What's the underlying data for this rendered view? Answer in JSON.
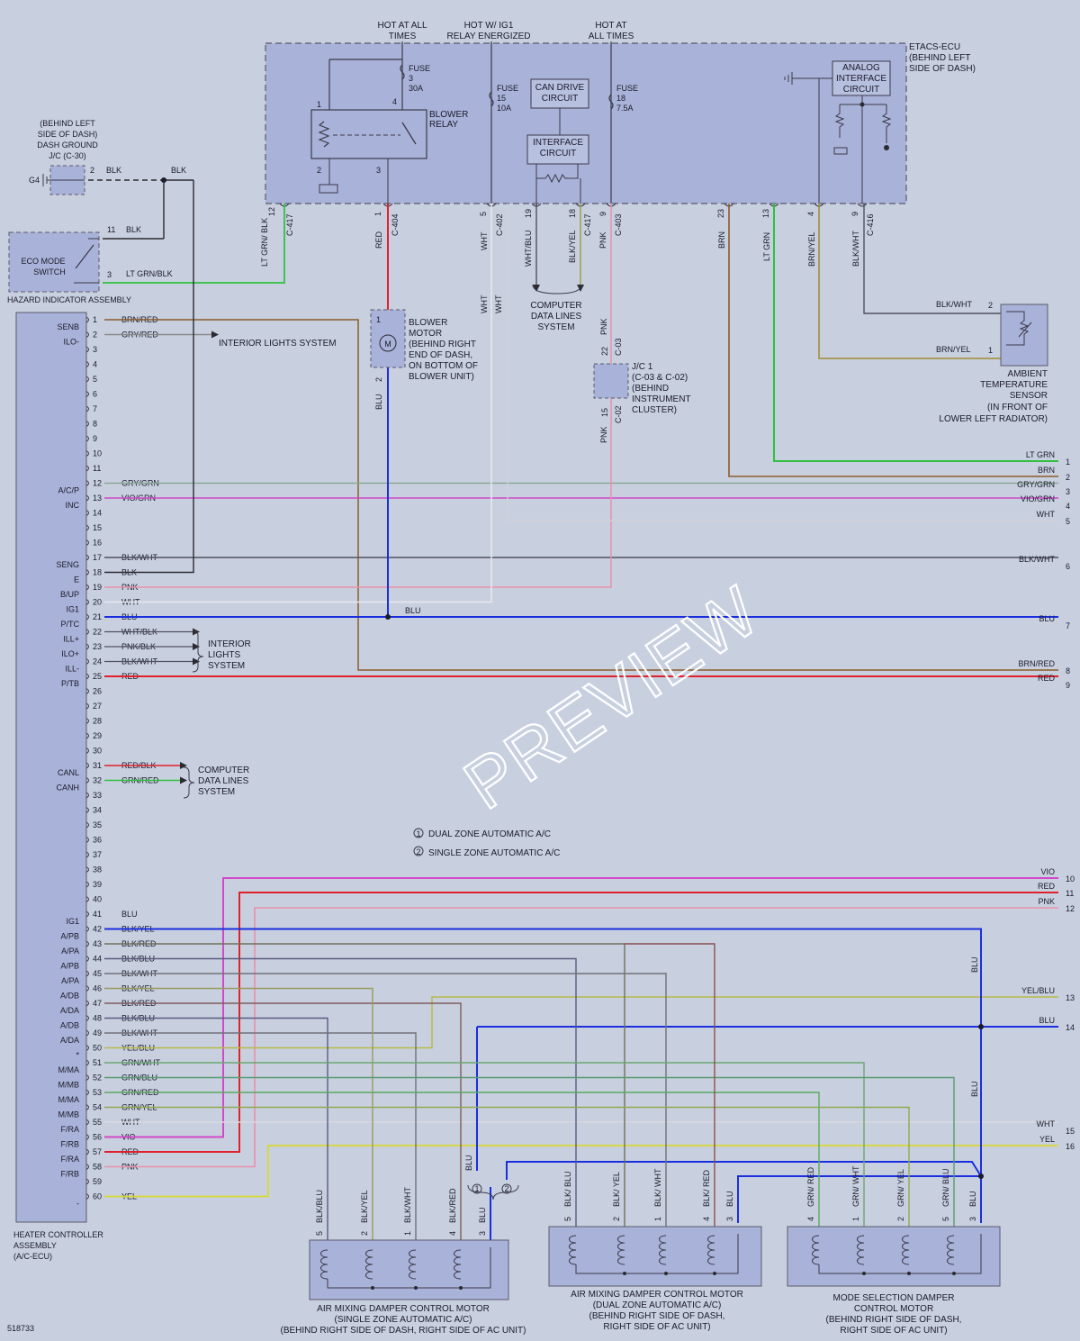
{
  "power_labels": {
    "hot_at_all_times_l1": "HOT AT ALL",
    "hot_at_all_times_l2": "TIMES",
    "hot_ig1_l1": "HOT W/ IG1",
    "hot_ig1_l2": "RELAY ENERGIZED",
    "hot_all_r_l1": "HOT AT",
    "hot_all_r_l2": "ALL TIMES"
  },
  "etacs": {
    "l1": "ETACS-ECU",
    "l2": "(BEHIND LEFT",
    "l3": "SIDE OF DASH)"
  },
  "fuse3": {
    "l1": "FUSE",
    "l2": "3",
    "l3": "30A"
  },
  "fuse15": {
    "l1": "FUSE",
    "l2": "15",
    "l3": "10A"
  },
  "fuse18": {
    "l1": "FUSE",
    "l2": "18",
    "l3": "7.5A"
  },
  "blower_relay": {
    "l1": "BLOWER",
    "l2": "RELAY"
  },
  "can_drive": {
    "l1": "CAN DRIVE",
    "l2": "CIRCUIT"
  },
  "interface_circuit": {
    "l1": "INTERFACE",
    "l2": "CIRCUIT"
  },
  "analog_interface": {
    "l1": "ANALOG",
    "l2": "INTERFACE",
    "l3": "CIRCUIT"
  },
  "ground": {
    "l1": "(BEHIND LEFT",
    "l2": "SIDE OF DASH)",
    "l3": "DASH GROUND",
    "l4": "J/C (C-30)",
    "g4": "G4"
  },
  "eco": {
    "l1": "ECO MODE",
    "l2": "SWITCH",
    "assembly": "HAZARD INDICATOR ASSEMBLY"
  },
  "blower_motor": {
    "l1": "BLOWER",
    "l2": "MOTOR",
    "l3": "(BEHIND RIGHT",
    "l4": "END OF DASH,",
    "l5": "ON BOTTOM OF",
    "l6": "BLOWER UNIT)",
    "m": "M"
  },
  "jc1": {
    "l1": "J/C 1",
    "l2": "(C-03 & C-02)",
    "l3": "(BEHIND",
    "l4": "INSTRUMENT",
    "l5": "CLUSTER)"
  },
  "computer_data_lines": {
    "l1": "COMPUTER",
    "l2": "DATA LINES",
    "l3": "SYSTEM"
  },
  "ambient": {
    "l1": "AMBIENT",
    "l2": "TEMPERATURE",
    "l3": "SENSOR",
    "l4": "(IN FRONT OF",
    "l5": "LOWER LEFT RADIATOR)"
  },
  "interior_lights": {
    "l1": "INTERIOR",
    "l2": "LIGHTS",
    "l3": "SYSTEM",
    "single": "INTERIOR LIGHTS SYSTEM"
  },
  "legend": {
    "one": "1",
    "dual": "DUAL ZONE AUTOMATIC A/C",
    "two": "2",
    "single": "SINGLE ZONE AUTOMATIC A/C"
  },
  "heater_controller": {
    "l1": "HEATER CONTROLLER",
    "l2": "ASSEMBLY",
    "l3": "(A/C-ECU)"
  },
  "motor_single": {
    "l1": "AIR MIXING DAMPER CONTROL MOTOR",
    "l2": "(SINGLE ZONE AUTOMATIC A/C)",
    "l3": "(BEHIND RIGHT SIDE OF DASH, RIGHT SIDE OF AC UNIT)"
  },
  "motor_dual": {
    "l1": "AIR MIXING DAMPER CONTROL MOTOR",
    "l2": "(DUAL ZONE AUTOMATIC A/C)",
    "l3": "(BEHIND RIGHT SIDE OF DASH,",
    "l4": "RIGHT SIDE OF AC UNIT)"
  },
  "motor_mode": {
    "l1": "MODE SELECTION DAMPER",
    "l2": "CONTROL MOTOR",
    "l3": "(BEHIND RIGHT SIDE OF DASH,",
    "l4": "RIGHT SIDE OF AC UNIT)"
  },
  "figure_id": "518733",
  "watermark": "PREVIEW",
  "connectors": [
    "C-417",
    "C-404",
    "C-402",
    "C-417",
    "C-403",
    "C-416",
    "C-03",
    "C-02"
  ],
  "ecu_pins": [
    "12",
    "1",
    "5",
    "19",
    "18",
    "9",
    "23",
    "13",
    "4",
    "9"
  ],
  "top_wire_colors": [
    "LT GRN/ BLK",
    "RED",
    "WHT",
    "WHT/BLU",
    "BLK/YEL",
    "PNK",
    "BRN",
    "LT GRN",
    "BRN/YEL",
    "BLK/WHT"
  ],
  "heater_pins": [
    {
      "n": "1",
      "f": "SENB",
      "w": "BRN/RED"
    },
    {
      "n": "2",
      "f": "ILO-",
      "w": "GRY/RED"
    },
    {
      "n": "3",
      "f": "",
      "w": ""
    },
    {
      "n": "4",
      "f": "",
      "w": ""
    },
    {
      "n": "5",
      "f": "",
      "w": ""
    },
    {
      "n": "6",
      "f": "",
      "w": ""
    },
    {
      "n": "7",
      "f": "",
      "w": ""
    },
    {
      "n": "8",
      "f": "",
      "w": ""
    },
    {
      "n": "9",
      "f": "",
      "w": ""
    },
    {
      "n": "10",
      "f": "",
      "w": ""
    },
    {
      "n": "11",
      "f": "",
      "w": ""
    },
    {
      "n": "12",
      "f": "A/C/P",
      "w": "GRY/GRN"
    },
    {
      "n": "13",
      "f": "INC",
      "w": "VIO/GRN"
    },
    {
      "n": "14",
      "f": "",
      "w": ""
    },
    {
      "n": "15",
      "f": "",
      "w": ""
    },
    {
      "n": "16",
      "f": "",
      "w": ""
    },
    {
      "n": "17",
      "f": "SENG",
      "w": "BLK/WHT"
    },
    {
      "n": "18",
      "f": "E",
      "w": "BLK"
    },
    {
      "n": "19",
      "f": "B/UP",
      "w": "PNK"
    },
    {
      "n": "20",
      "f": "IG1",
      "w": "WHT"
    },
    {
      "n": "21",
      "f": "P/TC",
      "w": "BLU"
    },
    {
      "n": "22",
      "f": "ILL+",
      "w": "WHT/BLK"
    },
    {
      "n": "23",
      "f": "ILO+",
      "w": "PNK/BLK"
    },
    {
      "n": "24",
      "f": "ILL-",
      "w": "BLK/WHT"
    },
    {
      "n": "25",
      "f": "P/TB",
      "w": "RED"
    },
    {
      "n": "26",
      "f": "",
      "w": ""
    },
    {
      "n": "27",
      "f": "",
      "w": ""
    },
    {
      "n": "28",
      "f": "",
      "w": ""
    },
    {
      "n": "29",
      "f": "",
      "w": ""
    },
    {
      "n": "30",
      "f": "",
      "w": ""
    },
    {
      "n": "31",
      "f": "CANL",
      "w": "RED/BLK"
    },
    {
      "n": "32",
      "f": "CANH",
      "w": "GRN/RED"
    },
    {
      "n": "33",
      "f": "",
      "w": ""
    },
    {
      "n": "34",
      "f": "",
      "w": ""
    },
    {
      "n": "35",
      "f": "",
      "w": ""
    },
    {
      "n": "36",
      "f": "",
      "w": ""
    },
    {
      "n": "37",
      "f": "",
      "w": ""
    },
    {
      "n": "38",
      "f": "",
      "w": ""
    },
    {
      "n": "39",
      "f": "",
      "w": ""
    },
    {
      "n": "40",
      "f": "",
      "w": ""
    },
    {
      "n": "41",
      "f": "IG1",
      "w": "BLU"
    },
    {
      "n": "42",
      "f": "A/PB",
      "w": "BLK/YEL"
    },
    {
      "n": "43",
      "f": "A/PA",
      "w": "BLK/RED"
    },
    {
      "n": "44",
      "f": "A/PB",
      "w": "BLK/BLU"
    },
    {
      "n": "45",
      "f": "A/PA",
      "w": "BLK/WHT"
    },
    {
      "n": "46",
      "f": "A/DB",
      "w": "BLK/YEL"
    },
    {
      "n": "47",
      "f": "A/DA",
      "w": "BLK/RED"
    },
    {
      "n": "48",
      "f": "A/DB",
      "w": "BLK/BLU"
    },
    {
      "n": "49",
      "f": "A/DA",
      "w": "BLK/WHT"
    },
    {
      "n": "50",
      "f": "*",
      "w": "YEL/BLU"
    },
    {
      "n": "51",
      "f": "M/MA",
      "w": "GRN/WHT"
    },
    {
      "n": "52",
      "f": "M/MB",
      "w": "GRN/BLU"
    },
    {
      "n": "53",
      "f": "M/MA",
      "w": "GRN/RED"
    },
    {
      "n": "54",
      "f": "M/MB",
      "w": "GRN/YEL"
    },
    {
      "n": "55",
      "f": "F/RA",
      "w": "WHT"
    },
    {
      "n": "56",
      "f": "F/RB",
      "w": "VIO"
    },
    {
      "n": "57",
      "f": "F/RA",
      "w": "RED"
    },
    {
      "n": "58",
      "f": "F/RB",
      "w": "PNK"
    },
    {
      "n": "59",
      "f": "",
      "w": ""
    },
    {
      "n": "60",
      "f": "-",
      "w": "YEL"
    }
  ],
  "right_terms": [
    {
      "n": "1",
      "w": "LT GRN"
    },
    {
      "n": "2",
      "w": "BRN"
    },
    {
      "n": "3",
      "w": "GRY/GRN"
    },
    {
      "n": "",
      "w": "VIO/GRN"
    },
    {
      "n": "4",
      "w": ""
    },
    {
      "n": "5",
      "w": "WHT"
    },
    {
      "n": "6",
      "w": "BLK/WHT"
    },
    {
      "n": "7",
      "w": "BLU"
    },
    {
      "n": "8",
      "w": "BRN/RED"
    },
    {
      "n": "9",
      "w": "RED"
    },
    {
      "n": "10",
      "w": "VIO"
    },
    {
      "n": "11",
      "w": "RED"
    },
    {
      "n": "12",
      "w": "PNK"
    },
    {
      "n": "13",
      "w": "YEL/BLU"
    },
    {
      "n": "14",
      "w": "BLU"
    },
    {
      "n": "15",
      "w": "WHT"
    },
    {
      "n": "16",
      "w": "YEL"
    }
  ],
  "motor_pin_labels": {
    "single": [
      "5",
      "BLK/BLU",
      "2",
      "BLK/YEL",
      "1",
      "BLK/WHT",
      "4",
      "BLK/RED",
      "3",
      "BLU"
    ],
    "dual": [
      "5",
      "BLK/ BLU",
      "2",
      "BLK/ YEL",
      "1",
      "BLK/ WHT",
      "4",
      "BLK/ RED",
      "3",
      "BLU"
    ],
    "mode": [
      "4",
      "GRN/ RED",
      "1",
      "GRN/ WHT",
      "2",
      "GRN/ YEL",
      "5",
      "GRN/ BLU",
      "3",
      "BLU"
    ]
  },
  "misc": {
    "blu_mid": "BLU",
    "blu_v1": "BLU",
    "blu_v2": "BLU",
    "blu_c": "BLU",
    "amb_pin2": "2",
    "amb_pin1": "1",
    "amb_w2": "BLK/WHT",
    "amb_w1": "BRN/YEL",
    "blower_top": "1",
    "blower_bot": "2",
    "blower_wire": "BLU",
    "jc_22": "22",
    "jc_15": "15",
    "pnk_a": "PNK",
    "pnk_b": "PNK",
    "wht_a": "WHT",
    "wht_b": "WHT",
    "relay1": "1",
    "relay2": "2",
    "relay3": "3",
    "relay4": "4",
    "g_pin2": "2",
    "g_blk": "BLK",
    "g_blk2": "BLK",
    "eco11": "11",
    "eco_blk": "BLK",
    "eco3": "3",
    "eco_ltgrn": "LT GRN/BLK",
    "d1": "1",
    "d2": "2"
  },
  "colors": {
    "blu": "#1a2ee0",
    "red": "#e0202a",
    "vio": "#d048c8",
    "pnk": "#e890a8",
    "grn": "#30c040",
    "brn": "#8a5a2a",
    "yel": "#d8d830",
    "wht": "#e8e8f0",
    "blk": "#2a2a30",
    "gry": "#8a8a8a",
    "ecu_fill": "#a9b2d8"
  }
}
